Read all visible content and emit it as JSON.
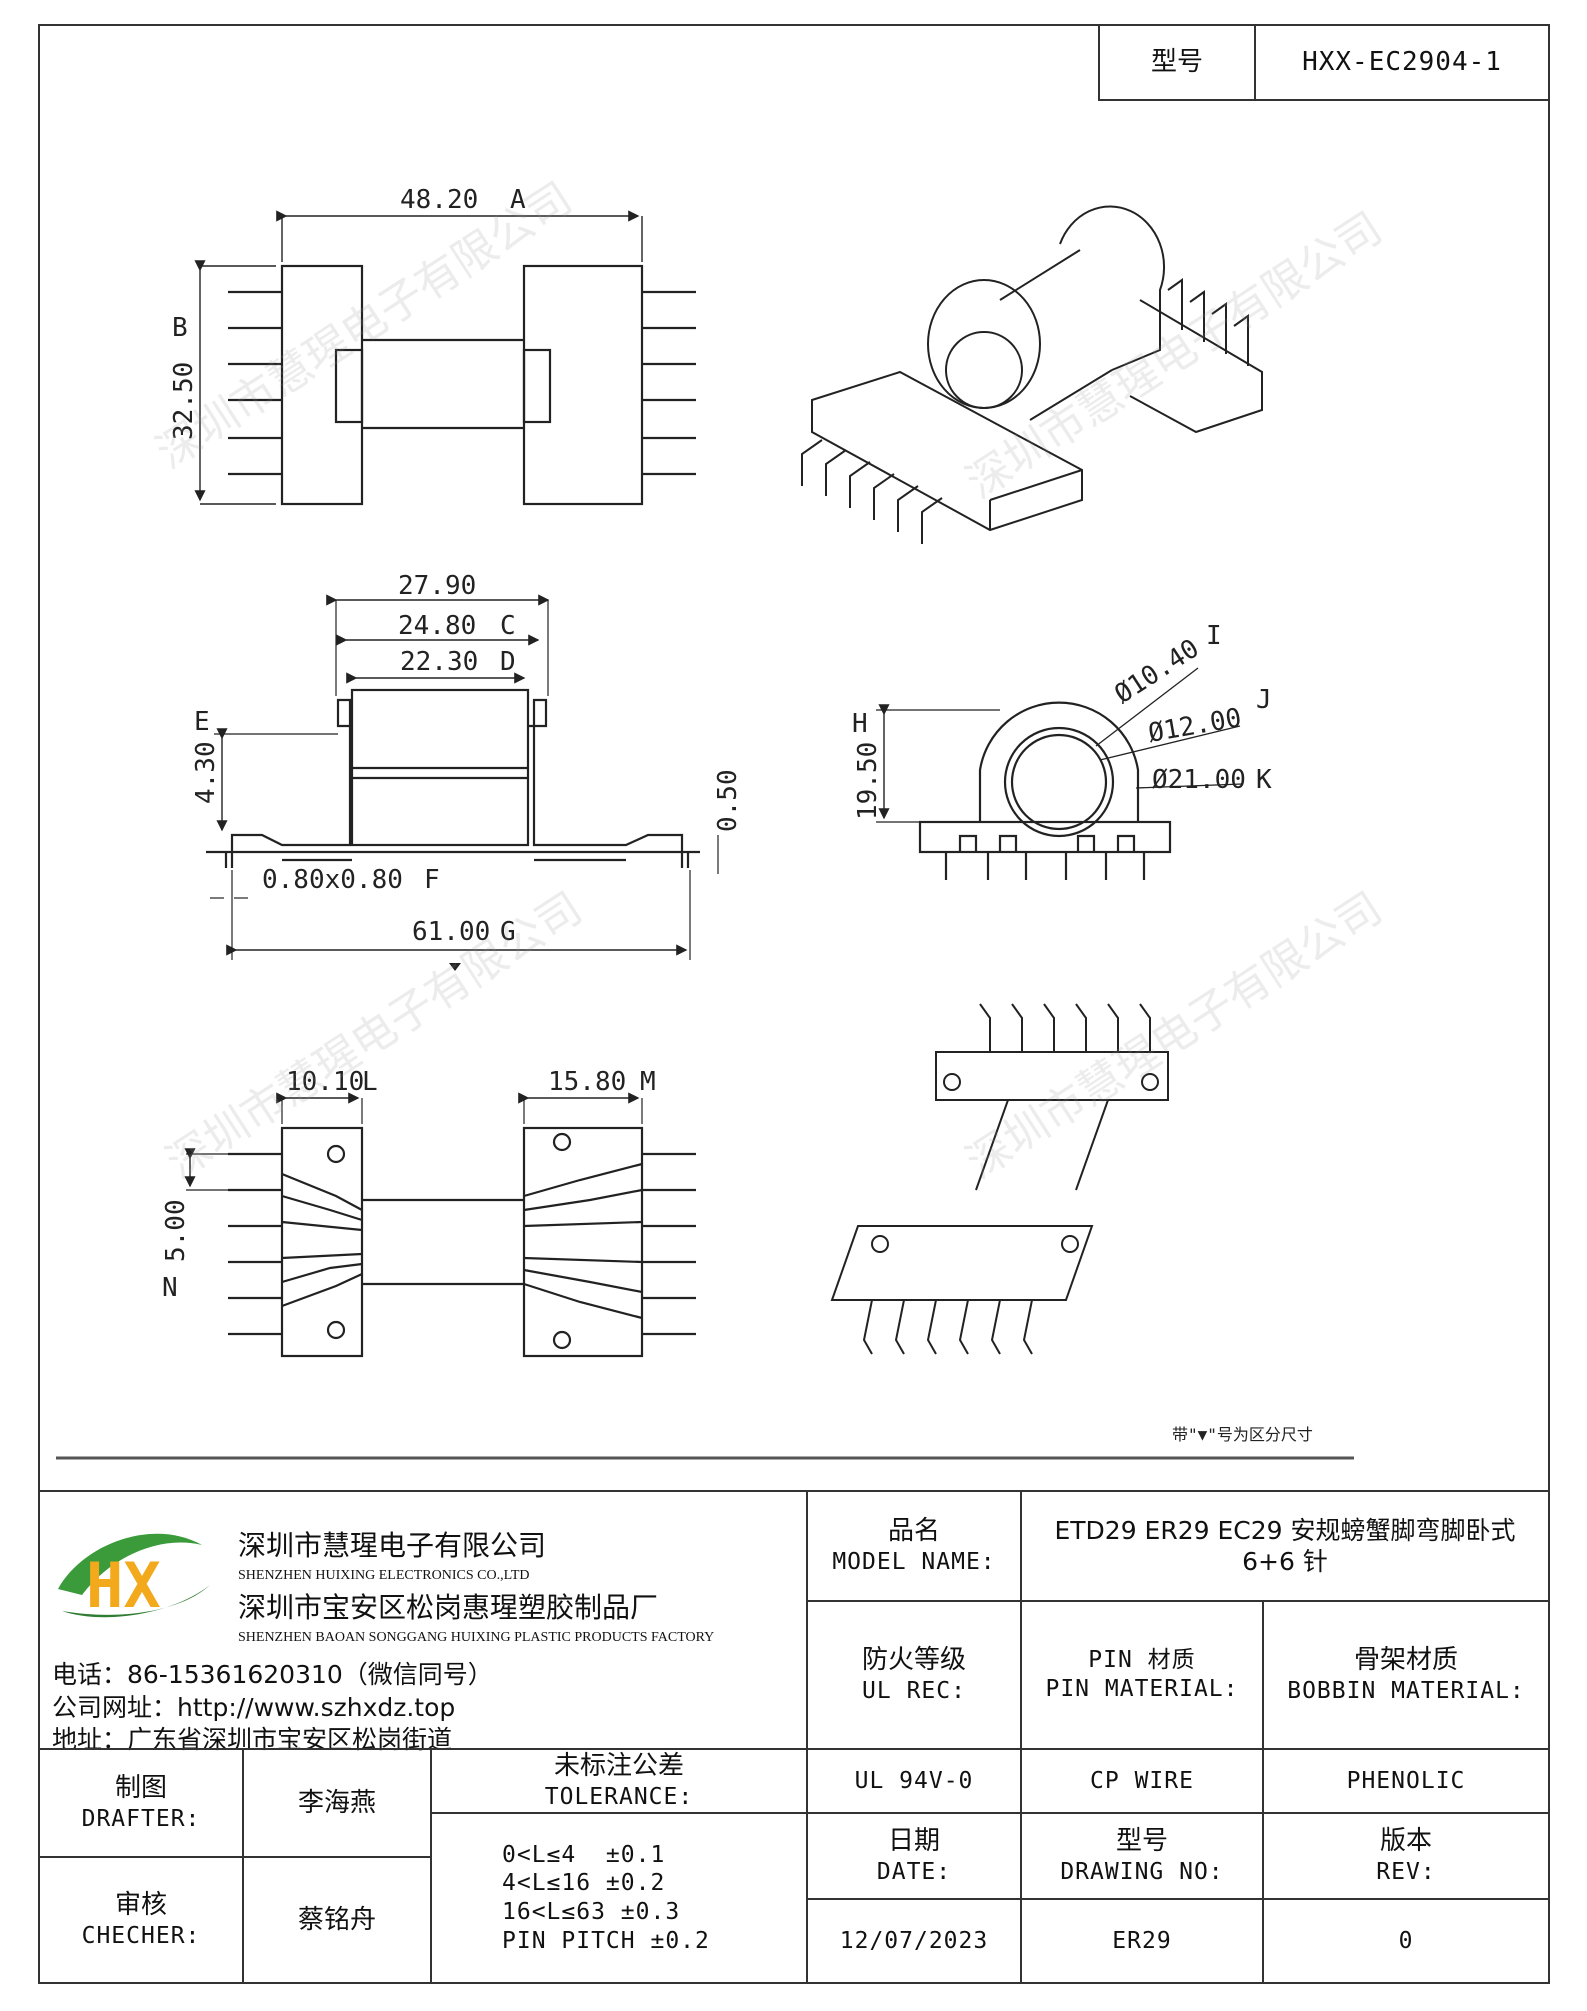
{
  "model_header": {
    "label": "型号",
    "value": "HXX-EC2904-1"
  },
  "dimensions": {
    "A": "48.20",
    "B": "32.50",
    "C": "24.80",
    "D": "22.30",
    "E": "4.30",
    "F": "0.80x0.80",
    "G": "61.00",
    "H": "19.50",
    "I": "Ø10.40",
    "J": "Ø12.00",
    "K": "Ø21.00",
    "L": "10.10",
    "M": "15.80",
    "N": "5.00",
    "width_2790": "27.90",
    "thickness_050": "0.50"
  },
  "dimension_letters": [
    "A",
    "B",
    "C",
    "D",
    "E",
    "F",
    "G",
    "H",
    "I",
    "J",
    "K",
    "L",
    "M",
    "N"
  ],
  "note": "带\"▼\"号为区分尺寸",
  "company": {
    "logo_text": "HX",
    "name_cn": "深圳市慧瑆电子有限公司",
    "name_en": "SHENZHEN HUIXING ELECTRONICS CO.,LTD",
    "factory_cn": "深圳市宝安区松岗惠瑆塑胶制品厂",
    "factory_en": "SHENZHEN BAOAN SONGGANG HUIXING PLASTIC PRODUCTS FACTORY",
    "phone": "电话：86-15361620310（微信同号）",
    "website": "公司网址：http://www.szhxdz.top",
    "address": "地址：广东省深圳市宝安区松岗街道"
  },
  "watermark_text": "深圳市慧瑆电子有限公司",
  "title_block": {
    "model_name_cn": "品名",
    "model_name_en": "MODEL NAME:",
    "model_name_value": "ETD29 ER29 EC29 安规螃蟹脚弯脚卧式 6+6 针",
    "ul_cn": "防火等级",
    "ul_en": "UL REC:",
    "pin_cn": "PIN 材质",
    "pin_en": "PIN MATERIAL:",
    "bobbin_cn": "骨架材质",
    "bobbin_en": "BOBBIN MATERIAL:",
    "ul_value": "UL 94V-0",
    "pin_value": "CP WIRE",
    "bobbin_value": "PHENOLIC",
    "drafter_cn": "制图",
    "drafter_en": "DRAFTER:",
    "drafter_value": "李海燕",
    "checker_cn": "审核",
    "checker_en": "CHECHER:",
    "checker_value": "蔡铭舟",
    "tolerance_cn": "未标注公差",
    "tolerance_en": "TOLERANCE:",
    "tolerances": [
      "0<L≤4  ±0.1",
      "4<L≤16 ±0.2",
      "16<L≤63 ±0.3",
      "PIN PITCH ±0.2"
    ],
    "date_cn": "日期",
    "date_en": "DATE:",
    "date_value": "12/07/2023",
    "drawing_cn": "型号",
    "drawing_en": "DRAWING NO:",
    "drawing_value": "ER29",
    "rev_cn": "版本",
    "rev_en": "REV:",
    "rev_value": "0"
  }
}
